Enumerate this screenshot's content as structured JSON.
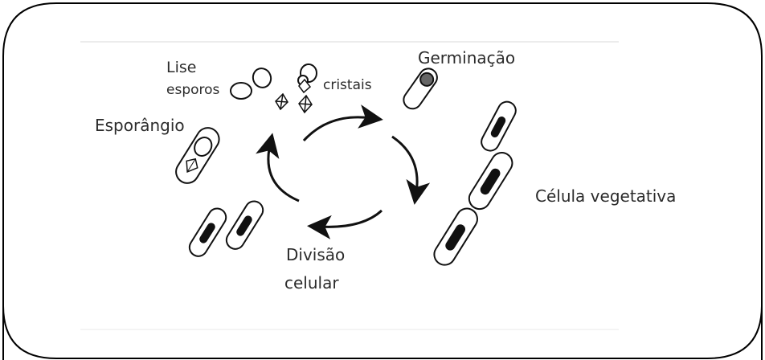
{
  "labels": {
    "lise": "Lise",
    "esporos": "esporos",
    "cristais": "cristais",
    "germinacao": "Germinação",
    "esporangio": "Esporângio",
    "celula_vegetativa": "Célula vegetativa",
    "divisao_line1": "Divisão",
    "divisao_line2": "celular"
  },
  "colors": {
    "outline": "#000000",
    "text": "#2b2b2b",
    "background": "#ffffff"
  }
}
